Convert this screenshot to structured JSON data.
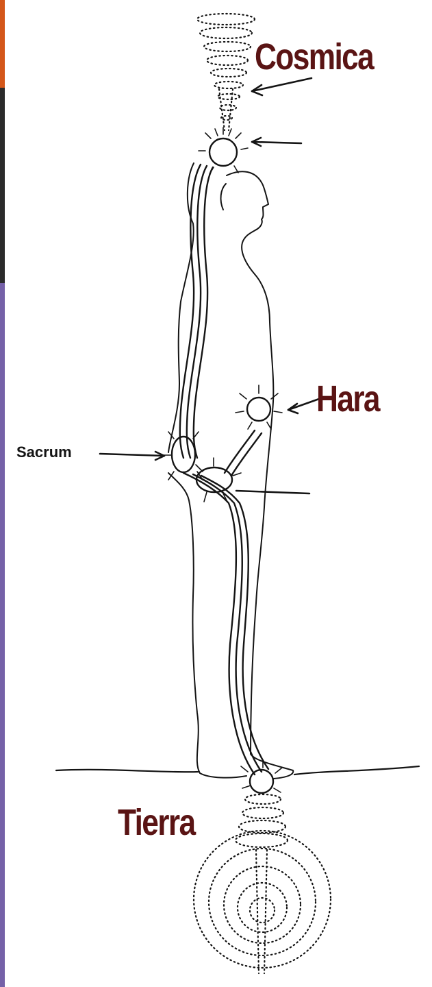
{
  "labels": {
    "cosmica": "Cosmica",
    "hara": "Hara",
    "sacrum": "Sacrum",
    "tierra": "Tierra"
  },
  "colors": {
    "label_dark_red": "#5a1414",
    "line": "#141414",
    "edge_orange": "#d4571a",
    "edge_dark": "#2b2b2b",
    "edge_purple": "#7561a8"
  },
  "nodes": [
    "crown",
    "hara",
    "sacrum",
    "perineum",
    "feet"
  ]
}
